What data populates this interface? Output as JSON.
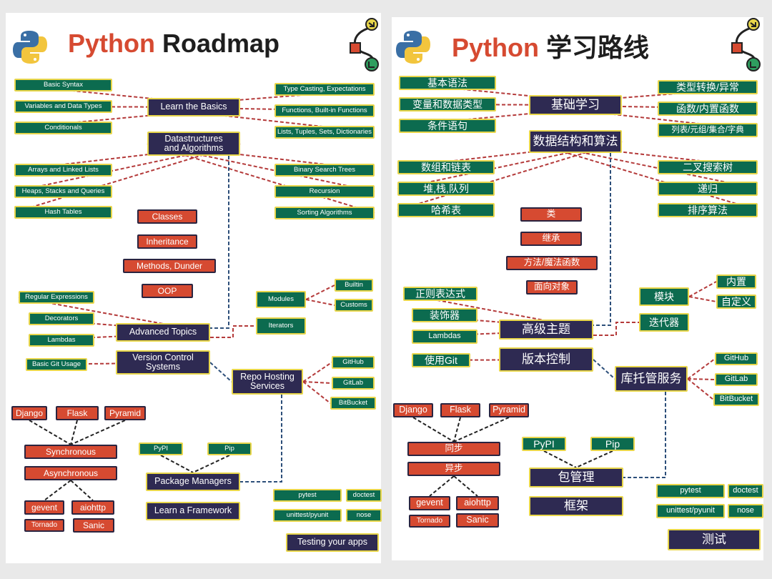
{
  "left": {
    "title": {
      "python": "Python",
      "rest": "Roadmap"
    },
    "nodes": {
      "basics": "Learn the Basics",
      "basic_syntax": "Basic Syntax",
      "variables": "Variables and Data Types",
      "conditionals": "Conditionals",
      "type_casting": "Type Casting, Expectations",
      "functions": "Functions, Built-in Functions",
      "lists": "Lists, Tuples, Sets, Dictionaries",
      "dsa": "Datastructures\nand Algorithms",
      "arrays": "Arrays and Linked Lists",
      "heaps": "Heaps, Stacks and Queries",
      "hash": "Hash Tables",
      "bst": "Binary Search Trees",
      "recursion": "Recursion",
      "sorting": "Sorting Algorithms",
      "classes": "Classes",
      "inheritance": "Inheritance",
      "methods": "Methods, Dunder",
      "oop": "OOP",
      "regex": "Regular Expressions",
      "decorators": "Decorators",
      "lambdas": "Lambdas",
      "advanced": "Advanced Topics",
      "modules": "Modules",
      "builtin": "Builtin",
      "customs": "Customs",
      "iterators": "Iterators",
      "git_usage": "Basic Git Usage",
      "vcs": "Version Control\nSystems",
      "repo": "Repo Hosting\nServices",
      "github": "GitHub",
      "gitlab": "GitLab",
      "bitbucket": "BitBucket",
      "django": "Django",
      "flask": "Flask",
      "pyramid": "Pyramid",
      "sync": "Synchronous",
      "async": "Asynchronous",
      "gevent": "gevent",
      "aiohttp": "aiohttp",
      "tornado": "Tornado",
      "sanic": "Sanic",
      "pypi": "PyPI",
      "pip": "Pip",
      "pkg": "Package Managers",
      "framework": "Learn a Framework",
      "pytest": "pytest",
      "doctest": "doctest",
      "unittest": "unittest/pyunit",
      "nose": "nose",
      "testing": "Testing your apps"
    }
  },
  "right": {
    "title": {
      "python": "Python",
      "rest": "学习路线"
    },
    "nodes": {
      "basics": "基础学习",
      "basic_syntax": "基本语法",
      "variables": "变量和数据类型",
      "conditionals": "条件语句",
      "type_casting": "类型转换/异常",
      "functions": "函数/内置函数",
      "lists": "列表/元组/集合/字典",
      "dsa": "数据结构和算法",
      "arrays": "数组和链表",
      "heaps": "堆,栈,队列",
      "hash": "哈希表",
      "bst": "二叉搜索树",
      "recursion": "递归",
      "sorting": "排序算法",
      "classes": "类",
      "inheritance": "继承",
      "methods": "方法/魔法函数",
      "oop": "面向对象",
      "regex": "正则表达式",
      "decorators": "装饰器",
      "lambdas": "Lambdas",
      "advanced": "高级主题",
      "modules": "模块",
      "builtin": "内置",
      "customs": "自定义",
      "iterators": "迭代器",
      "git_usage": "使用Git",
      "vcs": "版本控制",
      "repo": "库托管服务",
      "github": "GitHub",
      "gitlab": "GitLab",
      "bitbucket": "BitBucket",
      "django": "Django",
      "flask": "Flask",
      "pyramid": "Pyramid",
      "sync": "同步",
      "async": "异步",
      "gevent": "gevent",
      "aiohttp": "aiohttp",
      "tornado": "Tornado",
      "sanic": "Sanic",
      "pypi": "PyPI",
      "pip": "Pip",
      "pkg": "包管理",
      "framework": "框架",
      "pytest": "pytest",
      "doctest": "doctest",
      "unittest": "unittest/pyunit",
      "nose": "nose",
      "testing": "测试"
    }
  },
  "colors": {
    "green": "#0c6b4f",
    "red": "#d64a31",
    "navy": "#2e2a52",
    "border_yellow": "#e8d64a",
    "link_red": "#b43a3a",
    "link_blue": "#2d4f7a",
    "link_black": "#222222"
  },
  "icons": [
    "python-logo-icon",
    "roadmap-path-icon"
  ]
}
